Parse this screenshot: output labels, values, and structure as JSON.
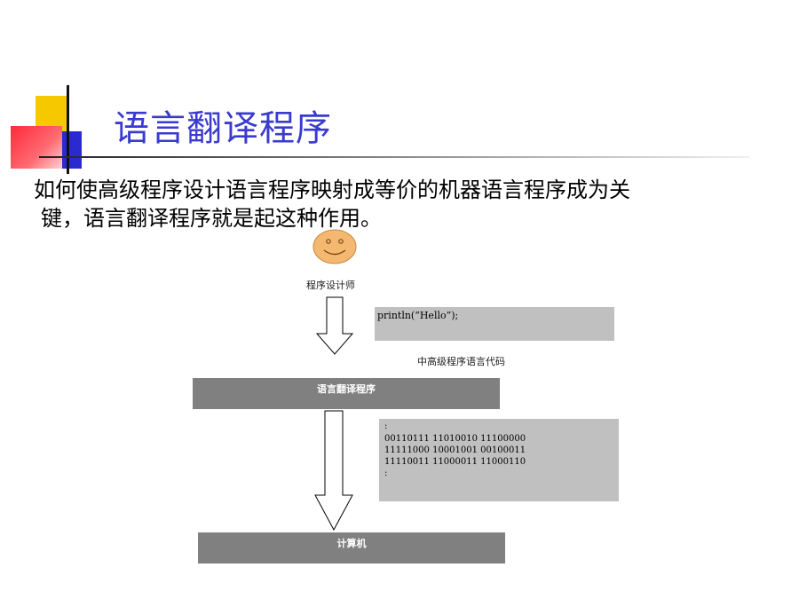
{
  "slide": {
    "title": "语言翻译程序",
    "body_line1": "如何使高级程序设计语言程序映射成等价的机器语言程序成为关",
    "body_line2": "键，语言翻译程序就是起这种作用。"
  },
  "diagram": {
    "programmer_label": "程序设计师",
    "code_sample": "println(“Hello”);",
    "code_label": "中高级程序语言代码",
    "translator_label": "语言翻译程序",
    "machine_code": [
      ":",
      "00110111 11010010 11100000",
      "11111000 10001001 00100011",
      "11110011 11000011 11000110",
      ":"
    ],
    "computer_label": "计算机"
  },
  "icons": {
    "face": "smiley-face-icon",
    "arrow": "down-arrow-icon"
  },
  "colors": {
    "title": "#3a3ad0",
    "bar": "#808080",
    "box": "#c0c0c0",
    "face": "#f5b870"
  }
}
